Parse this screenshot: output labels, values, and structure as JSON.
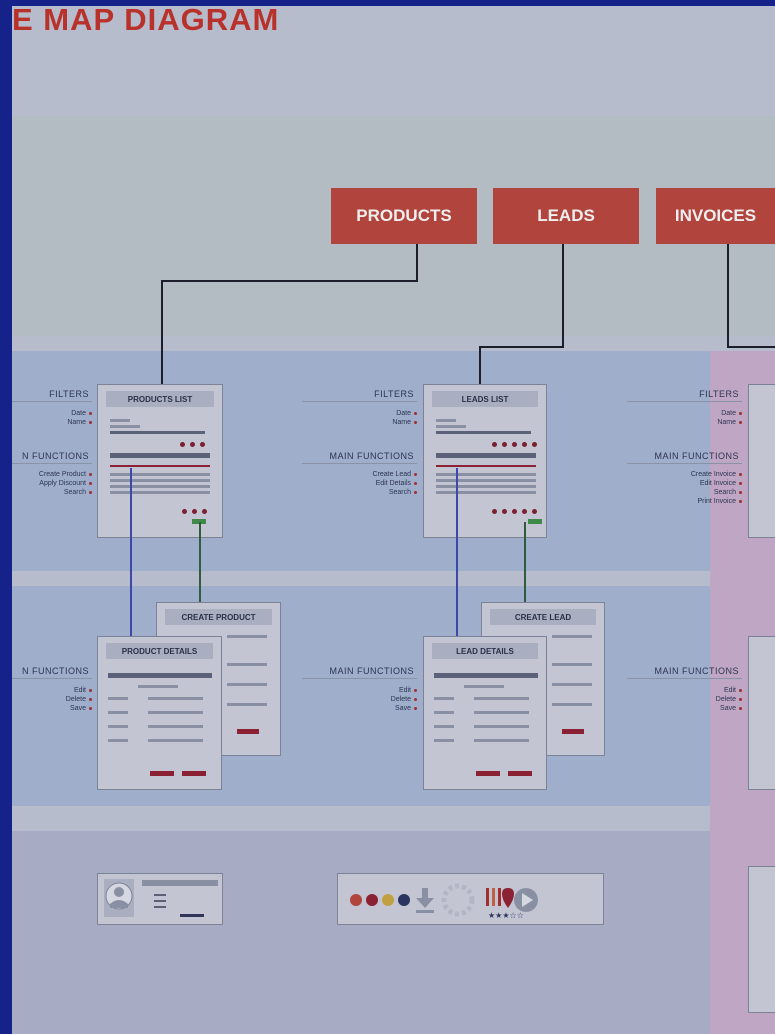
{
  "title": "E MAP DIAGRAM",
  "categories": [
    "PRODUCTS",
    "LEADS",
    "INVOICES"
  ],
  "labels": {
    "filters": "FILTERS",
    "main_functions": "MAIN FUNCTIONS",
    "main_functions_cut": "N FUNCTIONS",
    "filter_date": "Date",
    "filter_name": "Name"
  },
  "products": {
    "list_title": "PRODUCTS LIST",
    "create_title": "CREATE PRODUCT",
    "details_title": "PRODUCT DETAILS",
    "list_functions": [
      "Create Product",
      "Apply Discount",
      "Search"
    ],
    "detail_functions": [
      "Edit",
      "Delete",
      "Save"
    ]
  },
  "leads": {
    "list_title": "LEADS LIST",
    "create_title": "CREATE LEAD",
    "details_title": "LEAD DETAILS",
    "list_functions": [
      "Create Lead",
      "Edit Details",
      "Search"
    ],
    "detail_functions": [
      "Edit",
      "Delete",
      "Save"
    ]
  },
  "invoices": {
    "list_functions": [
      "Create Invoice",
      "Edit Invoice",
      "Search",
      "Print Invoice"
    ],
    "detail_functions": [
      "Edit",
      "Delete",
      "Save"
    ]
  },
  "colors": {
    "accent_red": "#b1443d",
    "background": "#b6bccb",
    "frame_blue": "#1a2a8a"
  }
}
